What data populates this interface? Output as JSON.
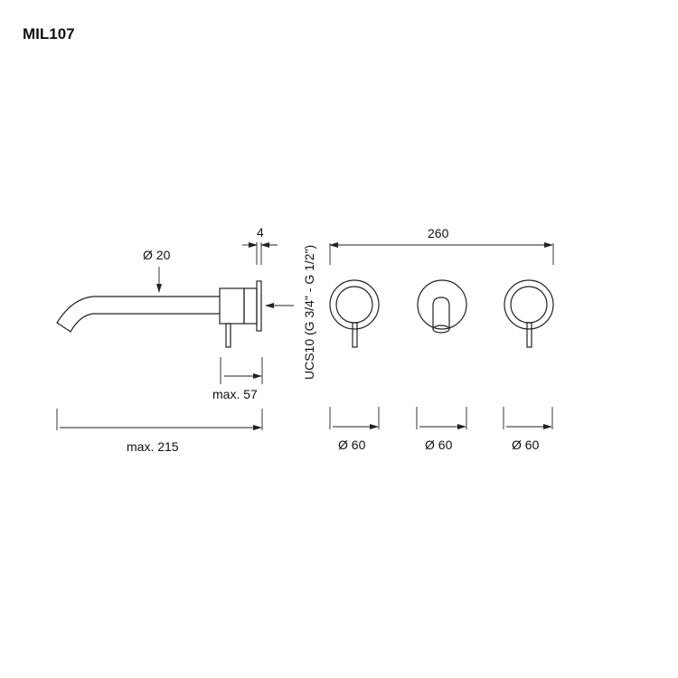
{
  "title": "MIL107",
  "side_view": {
    "spout_diameter": "Ø 20",
    "flange_thickness": "4",
    "body_depth": "max. 57",
    "spout_length": "max. 215",
    "connection": "UCS10 (G 3/4\" - G 1/2\")"
  },
  "front_view": {
    "spacing": "260",
    "left_handle_diameter": "Ø 60",
    "spout_plate_diameter": "Ø 60",
    "right_handle_diameter": "Ø 60"
  },
  "colors": {
    "line": "#222222",
    "background": "#ffffff"
  }
}
